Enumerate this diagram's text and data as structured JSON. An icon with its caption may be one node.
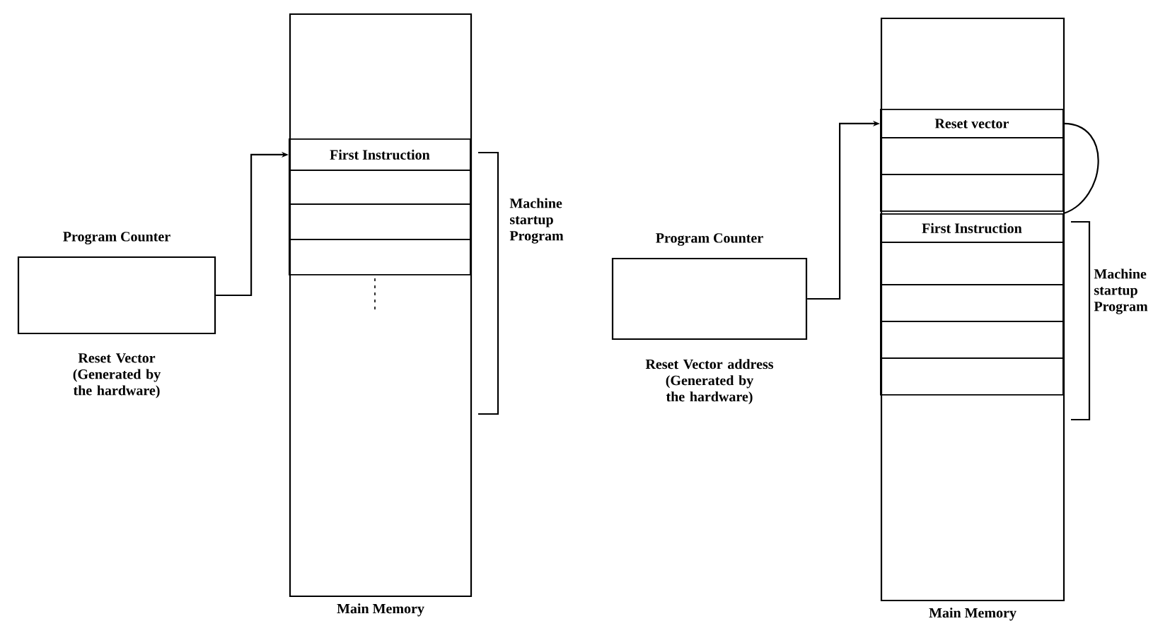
{
  "diagram": {
    "nodes": [
      {
        "text": [
          "Program Counter"
        ],
        "beside": [
          "Reset Vector (Generated by the hardware)"
        ]
      },
      {
        "text": [
          "Main Memory"
        ]
      },
      {
        "text": [
          "First Instruction"
        ],
        "in": 1
      },
      {
        "text": [],
        "shape": "box",
        "in": 1
      },
      {
        "text": [],
        "shape": "box",
        "in": 1
      },
      {
        "text": [],
        "shape": "box",
        "in": 1
      },
      {
        "text": [
          "Program Counter"
        ],
        "beside": [
          "Reset Vector address (Generated by the hardware)"
        ]
      },
      {
        "text": [
          "Main Memory"
        ]
      },
      {
        "text": [
          "Reset vector"
        ],
        "in": 7
      },
      {
        "text": [],
        "shape": "box",
        "in": 7
      },
      {
        "text": [],
        "shape": "box",
        "in": 7
      },
      {
        "text": [
          "First Instruction"
        ],
        "in": 7
      },
      {
        "text": [],
        "shape": "box",
        "in": 7
      },
      {
        "text": [],
        "shape": "box",
        "in": 7
      },
      {
        "text": [],
        "shape": "box",
        "in": 7
      },
      {
        "text": [],
        "shape": "box",
        "in": 7
      }
    ],
    "edges": [
      {
        "from": 0,
        "to": 2,
        "arrow": "to"
      },
      {
        "from": 6,
        "to": 8,
        "arrow": "to"
      },
      {
        "from": 8,
        "to": 11,
        "arrow": "none"
      }
    ],
    "labels": [
      "Machine startup Program",
      "Machine startup Program"
    ]
  }
}
